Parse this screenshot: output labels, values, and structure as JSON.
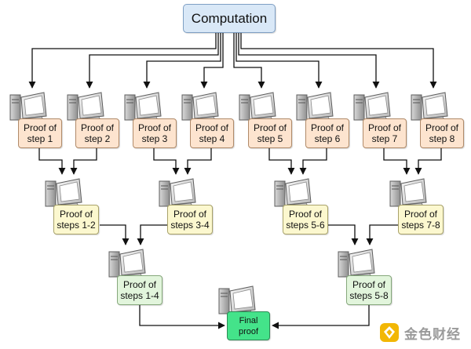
{
  "title": "Computation",
  "steps": [
    "Proof of\nstep 1",
    "Proof of\nstep 2",
    "Proof of\nstep 3",
    "Proof of\nstep 4",
    "Proof of\nstep 5",
    "Proof of\nstep 6",
    "Proof of\nstep 7",
    "Proof of\nstep 8"
  ],
  "pairs": [
    "Proof of\nsteps 1-2",
    "Proof of\nsteps 3-4",
    "Proof of\nsteps 5-6",
    "Proof of\nsteps 7-8"
  ],
  "quads": [
    "Proof of\nsteps 1-4",
    "Proof of\nsteps 5-8"
  ],
  "final": "Final\nproof",
  "watermark": {
    "text": "金色财经",
    "icon": "gold-coin-logo-icon",
    "color": "#f2b705"
  },
  "colors": {
    "computation_fill": "#d9e8f7",
    "step_fill": "#fde4cf",
    "pair_fill": "#fcf8cf",
    "quad_fill": "#e2f5dc",
    "final_fill": "#44e38a"
  }
}
